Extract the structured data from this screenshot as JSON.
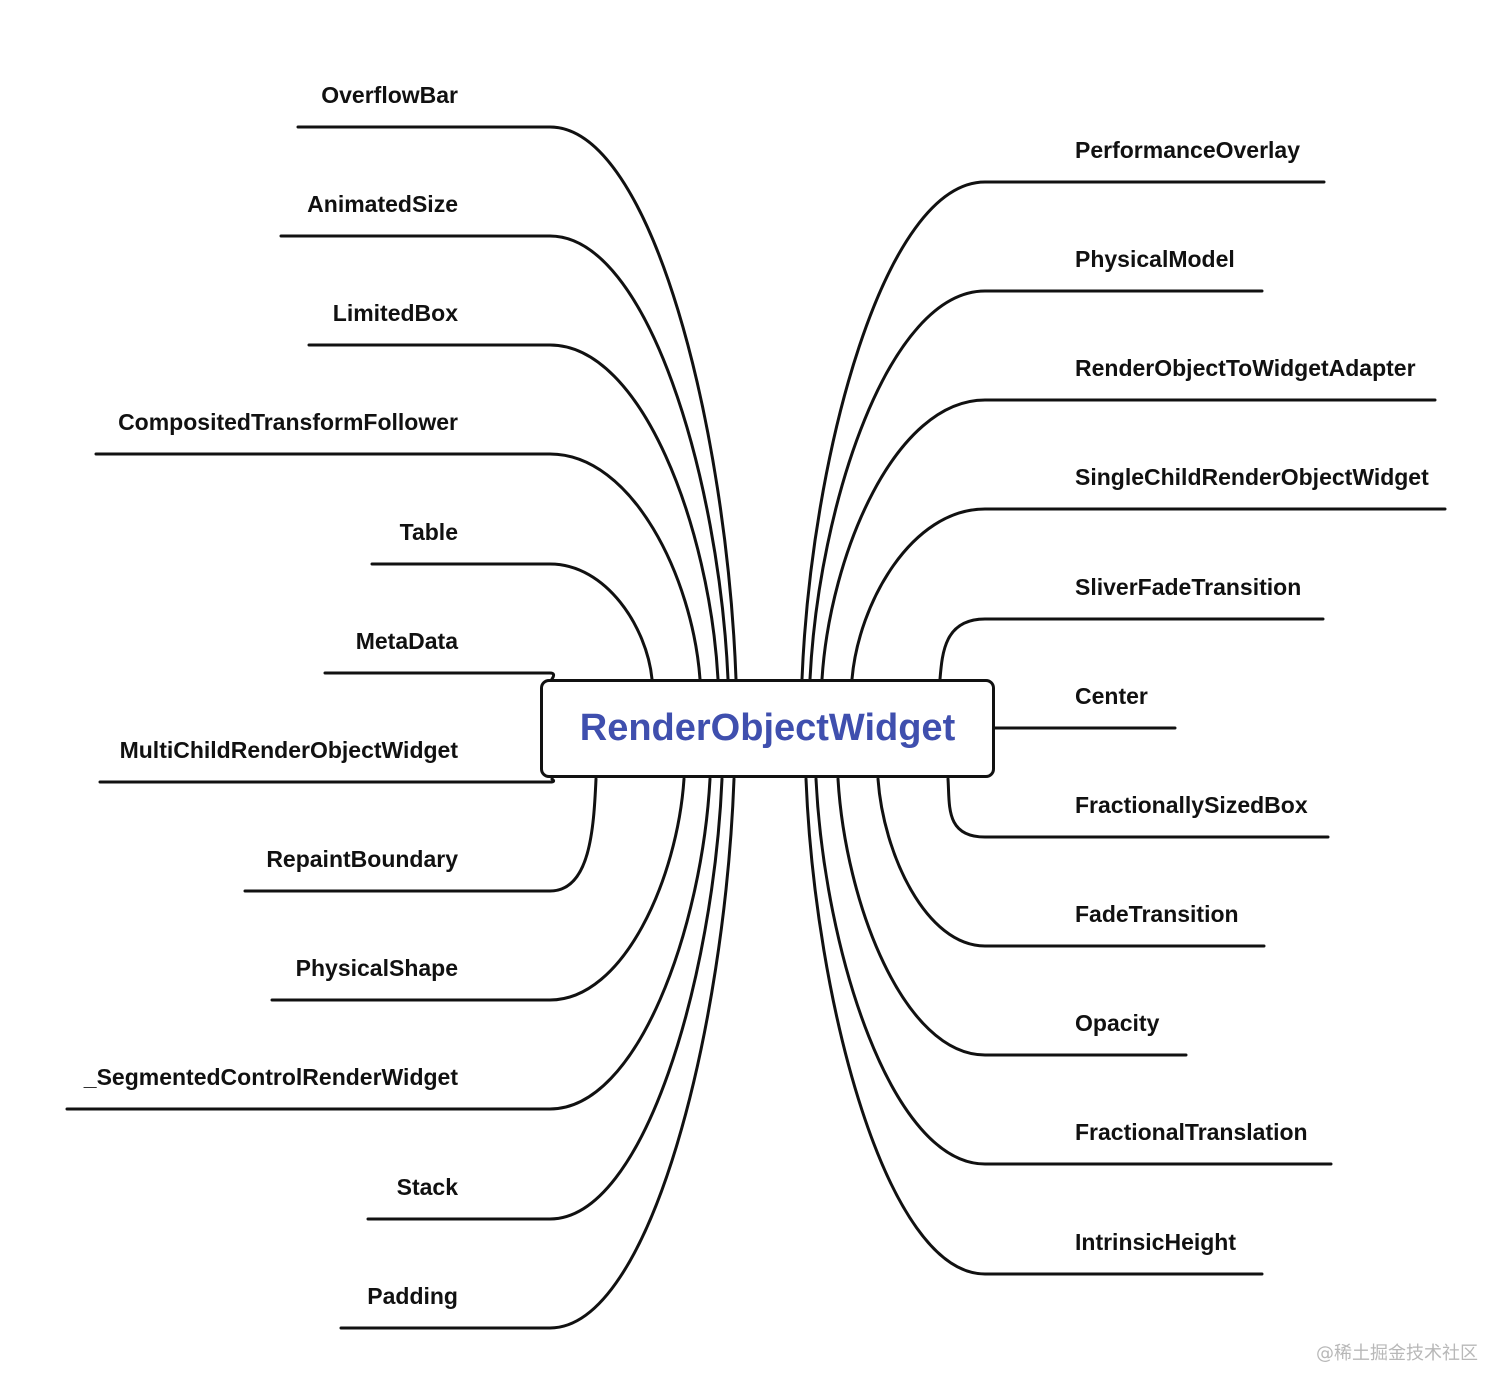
{
  "center": {
    "label": "RenderObjectWidget",
    "label_color": "#3f4fae",
    "border_color": "#111111"
  },
  "branches": {
    "left": [
      "OverflowBar",
      "AnimatedSize",
      "LimitedBox",
      "CompositedTransformFollower",
      "Table",
      "MetaData",
      "MultiChildRenderObjectWidget",
      "RepaintBoundary",
      "PhysicalShape",
      "_SegmentedControlRenderWidget",
      "Stack",
      "Padding"
    ],
    "right": [
      "PerformanceOverlay",
      "PhysicalModel",
      "RenderObjectToWidgetAdapter",
      "SingleChildRenderObjectWidget",
      "SliverFadeTransition",
      "Center",
      "FractionallySizedBox",
      "FadeTransition",
      "Opacity",
      "FractionalTranslation",
      "IntrinsicHeight"
    ]
  },
  "line_color": "#111111",
  "watermark": "@稀土掘金技术社区"
}
